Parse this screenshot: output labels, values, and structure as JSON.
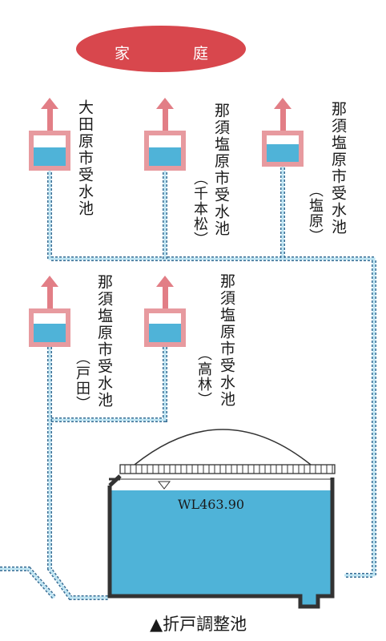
{
  "home": {
    "char1": "家",
    "char2": "庭"
  },
  "tanks": {
    "ohtawara": {
      "name": "大田原市受水池",
      "sub": ""
    },
    "senbonmatsu": {
      "name": "那須塩原市受水池",
      "sub": "（千本松）"
    },
    "shiobara": {
      "name": "那須塩原市受水池",
      "sub": "（塩原）"
    },
    "toda": {
      "name": "那須塩原市受水池",
      "sub": "（戸田）"
    },
    "takabayashi": {
      "name": "那須塩原市受水池",
      "sub": "（高林）"
    }
  },
  "reservoir": {
    "water_level": "WL463.90",
    "caption": "▲折戸調整池"
  },
  "colors": {
    "water": "#4fb3d8",
    "pipe_stroke": "#3a6f96",
    "tank_border": "#e79a9f",
    "arrow": "#e27e86",
    "home_ellipse": "#d8474d"
  }
}
